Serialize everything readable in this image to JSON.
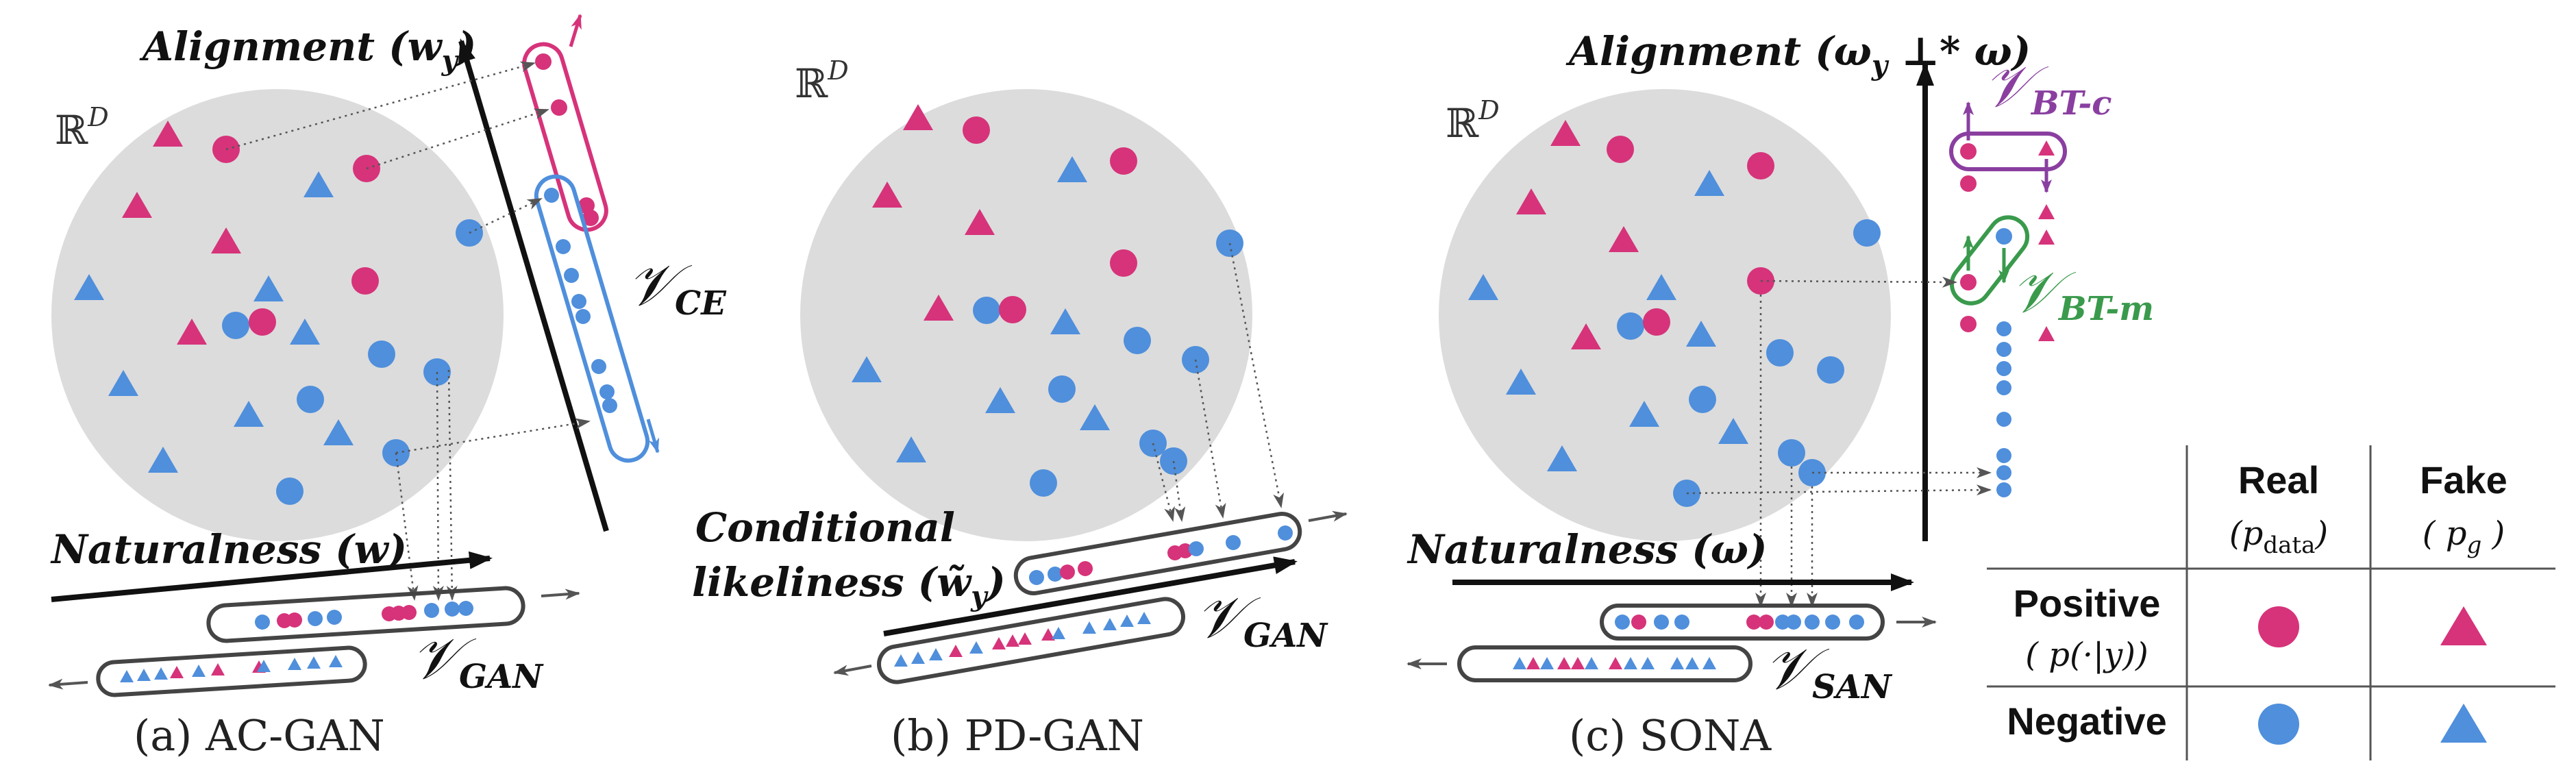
{
  "panels": {
    "a": {
      "space": "ℝ",
      "space_sup": "D",
      "alignment_axis": "Alignment (w",
      "alignment_sub": "y",
      "alignment_close": ")",
      "naturalness_axis": "Naturalness (w)",
      "v_ce": "𝒱",
      "v_ce_sub": "CE",
      "v_gan": "𝒱",
      "v_gan_sub": "GAN",
      "caption": "(a) AC-GAN"
    },
    "b": {
      "space": "ℝ",
      "space_sup": "D",
      "axis_line1": "Conditional",
      "axis_line2": "likeliness (w̃",
      "axis_line2_sub": "y",
      "axis_line2_close": ")",
      "v_gan": "𝒱",
      "v_gan_sub": "GAN",
      "caption": "(b) PD-GAN"
    },
    "c": {
      "space": "ℝ",
      "space_sup": "D",
      "alignment_axis": "Alignment (ω",
      "alignment_sub": "y",
      "alignment_perp": " ⊥* ω)",
      "naturalness_axis": "Naturalness (ω)",
      "v_btc": "𝒱",
      "v_btc_sub": "BT-c",
      "v_btm": "𝒱",
      "v_btm_sub": "BT-m",
      "v_san": "𝒱",
      "v_san_sub": "SAN",
      "caption": "(c) SONA"
    }
  },
  "legend_table": {
    "col_real": "Real",
    "col_real_sub": "(p",
    "col_real_sub2": "data",
    "col_real_sub3": ")",
    "col_fake": "Fake",
    "col_fake_sub": "( p",
    "col_fake_sub2": "g",
    "col_fake_sub3": " )",
    "row_positive": "Positive",
    "row_positive_sub": "( p(·|y))",
    "row_negative": "Negative"
  },
  "colors": {
    "positive": "#d6337a",
    "negative": "#4f8fdc",
    "circle_bg": "#dcdcdc",
    "bt_c": "#8a3fa0",
    "bt_m": "#3a9a4c"
  }
}
